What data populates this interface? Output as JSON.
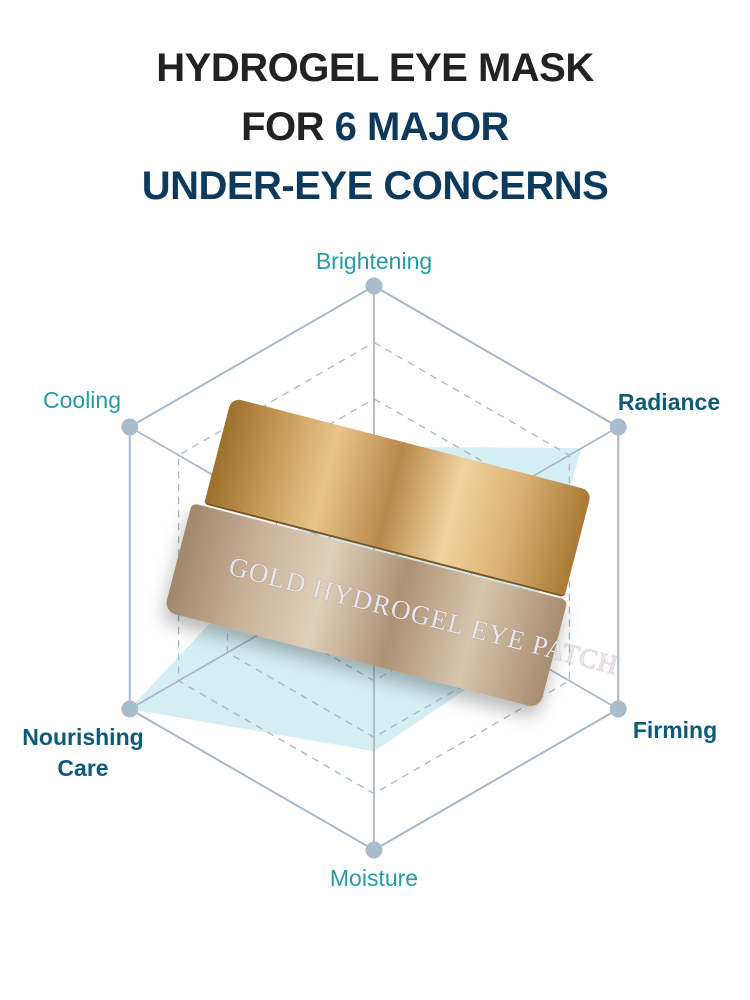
{
  "header": {
    "line1": "HYDROGEL EYE MASK",
    "line2_prefix": "FOR",
    "line2_accent": "6 MAJOR",
    "line3": "UNDER-EYE CONCERNS"
  },
  "colors": {
    "title_dark": "#222222",
    "title_accent": "#0d3a5c",
    "label_light": "#239ca3",
    "label_bold": "#0d5a7a",
    "grid": "#a9b8c8",
    "vertex": "#a9bccb",
    "fill": "#d4eef3"
  },
  "product": {
    "label": "GOLD HYDROGEL EYE PATCH"
  },
  "chart_data": {
    "type": "radar",
    "title": "HYDROGEL EYE MASK FOR 6 MAJOR UNDER-EYE CONCERNS",
    "categories": [
      "Brightening",
      "Radiance",
      "Firming",
      "Moisture",
      "Nourishing Care",
      "Cooling"
    ],
    "series": [
      {
        "name": "Hydrogel Eye Mask",
        "values": [
          0.43,
          0.85,
          0.6,
          0.65,
          1.0,
          0.3
        ]
      }
    ],
    "rings": 5,
    "range": [
      0,
      1
    ],
    "emphasized_categories": [
      "Radiance",
      "Firming",
      "Nourishing Care"
    ],
    "grid": true,
    "legend": "none"
  },
  "labels": {
    "brightening": "Brightening",
    "radiance": "Radiance",
    "firming": "Firming",
    "moisture": "Moisture",
    "nourishing_line1": "Nourishing",
    "nourishing_line2": "Care",
    "cooling": "Cooling"
  }
}
